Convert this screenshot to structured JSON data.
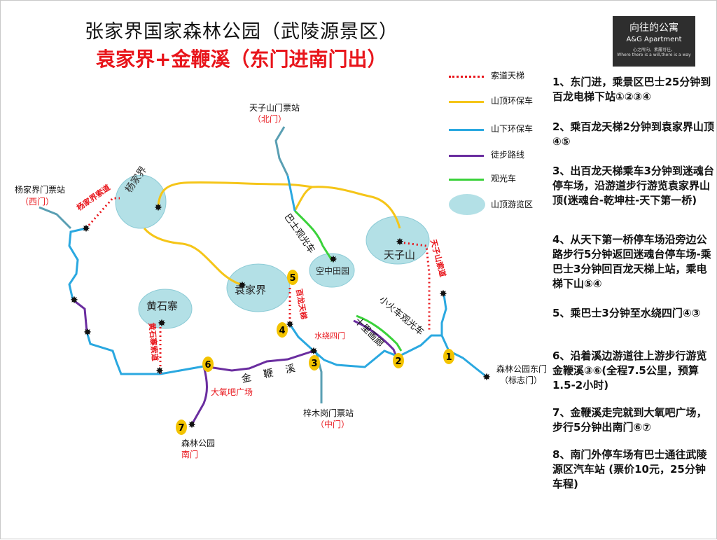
{
  "title": "张家界国家森林公园（武陵源景区）",
  "subtitle": "袁家界+金鞭溪（东门进南门出）",
  "logo": {
    "name": "向往的公寓",
    "english": "A&G Apartment",
    "slogan_cn": "心之所向，素履可往。",
    "slogan_en": "Where there is a will,there is a way"
  },
  "legend": [
    {
      "label": "索道天梯",
      "style": "dotted-red",
      "color": "#e8151b"
    },
    {
      "label": "山顶环保车",
      "style": "line",
      "color": "#f5c518"
    },
    {
      "label": "山下环保车",
      "style": "line",
      "color": "#2aa8e0"
    },
    {
      "label": "徒步路线",
      "style": "line",
      "color": "#6a2d9f"
    },
    {
      "label": "观光车",
      "style": "line",
      "color": "#3ad23a"
    },
    {
      "label": "山顶游览区",
      "style": "area",
      "color": "#b3e0e6"
    }
  ],
  "map": {
    "areas": [
      "杨家界",
      "袁家界",
      "黄石寨",
      "天子山",
      "空中田园"
    ],
    "gates": {
      "north": "天子山门票站",
      "north_tag": "（北门）",
      "west": "杨家界门票站",
      "west_tag": "（西门）",
      "east": "森林公园东门",
      "east_tag": "（标志门）",
      "middle": "梓木岗门票站",
      "middle_tag": "（中门）",
      "south": "森林公园",
      "south_tag": "南门"
    },
    "lines": {
      "yangjiajie_cableway": "杨家界索道",
      "tianzishan_cableway": "天子山索道",
      "bailong": "百龙天梯",
      "huangshizhai_cableway": "黄石寨索道",
      "bus_sightseeing": "巴士观光车",
      "train_sightseeing": "小火车观光车",
      "shilihuanglang": "十里画廊"
    },
    "places": {
      "shuiraosimen": "水绕四门",
      "daoyangba": "大氧吧广场",
      "jinbianxi": "金鞭溪"
    },
    "markers": [
      "1",
      "2",
      "3",
      "4",
      "5",
      "6",
      "7"
    ],
    "colors": {
      "area": "#b3e0e6",
      "area_stroke": "#8ccbd6",
      "gate_line": "#5a9fb3",
      "marker": "#f3c300",
      "red": "#e8151b"
    }
  },
  "steps": [
    "1、东门进，乘景区巴士25分钟到百龙电梯下站①②③④",
    "2、乘百龙天梯2分钟到袁家界山顶④⑤",
    "3、出百龙天梯乘车3分钟到迷魂台停车场，沿游道步行游览袁家界山顶(迷魂台-乾坤柱-天下第一桥)",
    "4、从天下第一桥停车场沿旁边公路步行5分钟返回迷魂台停车场-乘巴士3分钟回百龙天梯上站，乘电梯下山⑤④",
    "5、乘巴士3分钟至水绕四门④③",
    "6、沿着溪边游道往上游步行游览金鞭溪③⑥(全程7.5公里，预算1.5-2小时)",
    "7、金鞭溪走完就到大氧吧广场，步行5分钟出南门⑥⑦",
    "8、南门外停车场有巴士通往武陵源区汽车站 (票价10元，25分钟车程)"
  ]
}
